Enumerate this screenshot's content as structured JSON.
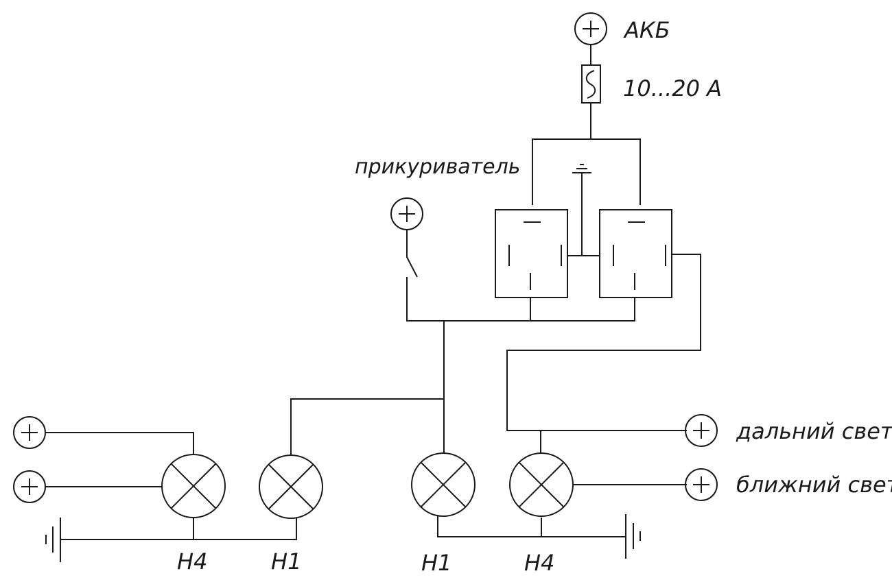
{
  "battery_label": "АКБ",
  "fuse_label": "10...20 А",
  "lighter_label": "прикуриватель",
  "high_beam_label": "дальний свет",
  "low_beam_label": "ближний свет",
  "lamps": {
    "left_outer": "H4",
    "left_inner": "H1",
    "right_inner": "H1",
    "right_outer": "H4"
  }
}
